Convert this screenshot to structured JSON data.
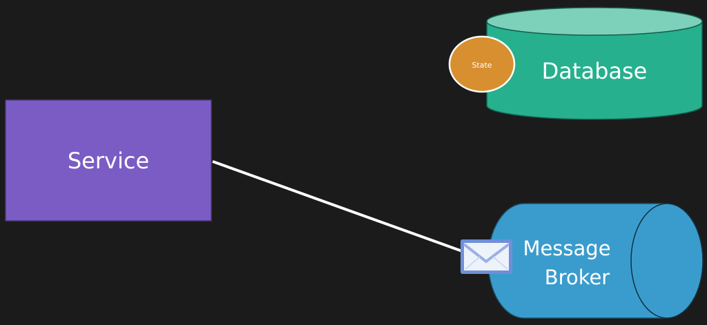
{
  "service": {
    "label": "Service",
    "color": "#7b5cc4"
  },
  "database": {
    "label": "Database",
    "color": "#26b08e",
    "top_color": "#7dd0b9"
  },
  "state": {
    "label": "State",
    "color": "#d78f30"
  },
  "broker": {
    "label_line1": "Message",
    "label_line2": "Broker",
    "color": "#3a9ccd"
  },
  "connector": {
    "icon": "envelope-icon"
  }
}
